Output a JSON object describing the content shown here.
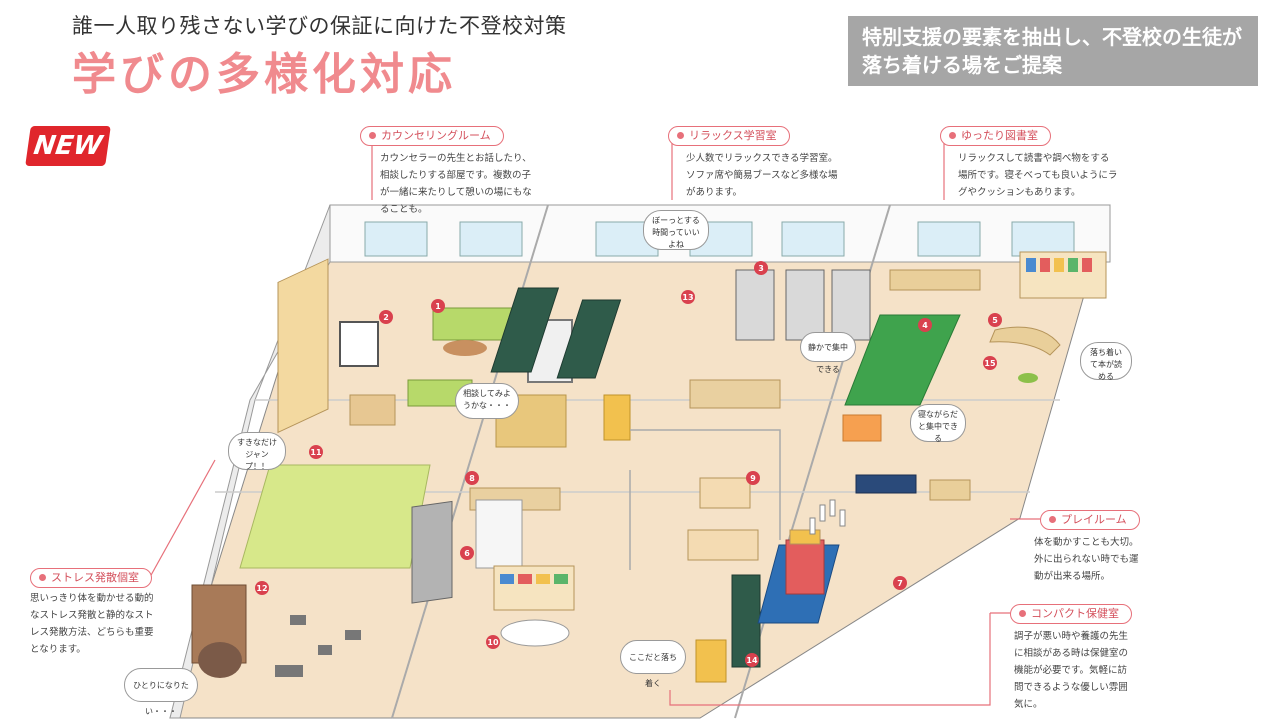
{
  "header": {
    "subtitle": "誰一人取り残さない学びの保証に向けた不登校対策",
    "title": "学びの多様化対応",
    "proposal": "特別支援の要素を抽出し、不登校の生徒が落ち着ける場をご提案"
  },
  "badge": {
    "label": "NEW"
  },
  "rooms": {
    "counseling": {
      "name": "カウンセリングルーム",
      "desc": "カウンセラーの先生とお話したり、相談したりする部屋です。複数の子が一緒に来たりして憩いの場にもなることも。"
    },
    "relax": {
      "name": "リラックス学習室",
      "desc": "少人数でリラックスできる学習室。ソファ席や簡易ブースなど多様な場があります。"
    },
    "library": {
      "name": "ゆったり図書室",
      "desc": "リラックスして読書や調べ物をする場所です。寝そべっても良いようにラグやクッションもあります。"
    },
    "play": {
      "name": "プレイルーム",
      "desc": "体を動かすことも大切。外に出られない時でも運動が出来る場所。"
    },
    "stress": {
      "name": "ストレス発散個室",
      "desc": "思いっきり体を動かせる動的なストレス発散と静的なストレス発散方法、どちらも重要となります。"
    },
    "health": {
      "name": "コンパクト保健室",
      "desc": "調子が悪い時や養護の先生に相談がある時は保健室の機能が必要です。気軽に訪問できるような優しい雰囲気に。"
    }
  },
  "bubbles": {
    "b1": "ぼーっとする時間っていいよね",
    "b2": "相談してみようかな・・・",
    "b3": "静かで集中できる",
    "b4": "落ち着いて本が読める",
    "b5": "寝ながらだと集中できる",
    "b6": "すきなだけジャンプ！！",
    "b7": "ここだと落ち着く",
    "b8": "ひとりになりたい・・・"
  },
  "markers": [
    "1",
    "2",
    "3",
    "4",
    "5",
    "6",
    "7",
    "8",
    "9",
    "10",
    "11",
    "12",
    "13",
    "14",
    "15"
  ],
  "colors": {
    "accent": "#e7707a",
    "title": "#f08a8e",
    "floor": "#f5e2c8",
    "badge": "#e0262c",
    "marker": "#d9414e"
  }
}
